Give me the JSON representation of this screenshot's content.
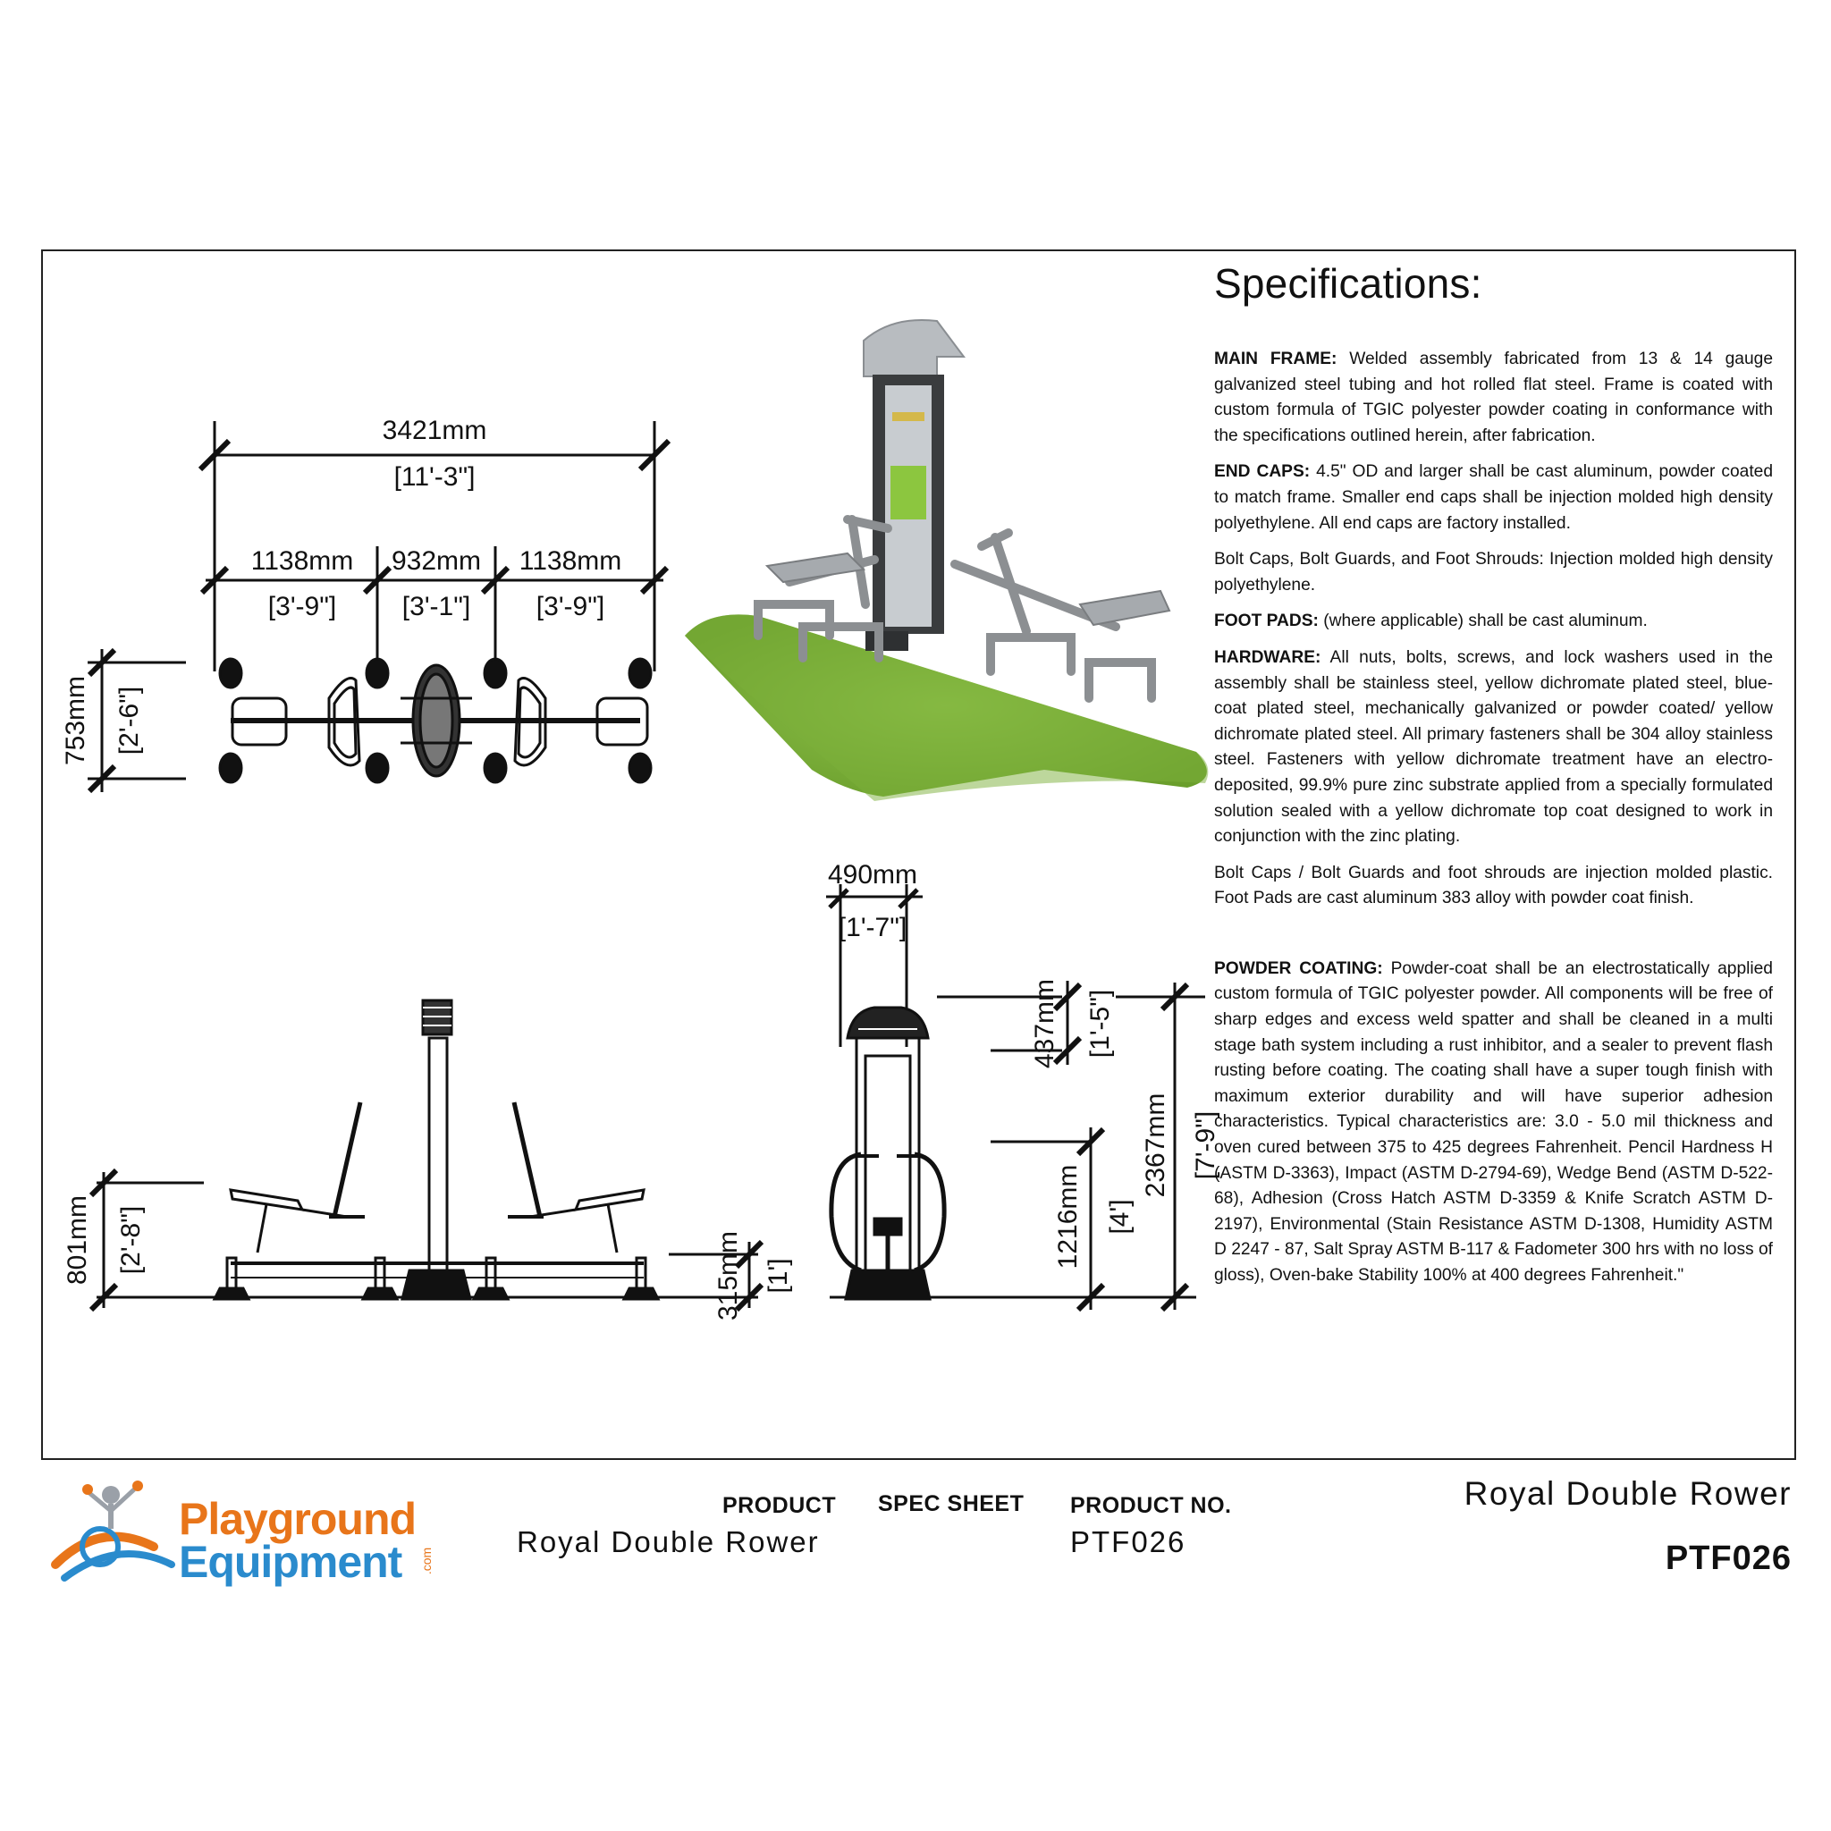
{
  "dimensions": {
    "top_view": {
      "overall_mm": "3421mm",
      "overall_ft": "[11'-3\"]",
      "left_mm": "1138mm",
      "left_ft": "[3'-9\"]",
      "center_mm": "932mm",
      "center_ft": "[3'-1\"]",
      "right_mm": "1138mm",
      "right_ft": "[3'-9\"]",
      "depth_mm": "753mm",
      "depth_ft": "[2'-6\"]"
    },
    "side_view": {
      "seat_height_mm": "801mm",
      "seat_height_ft": "[2'-8\"]",
      "base_height_mm": "315mm",
      "base_height_ft": "[1']"
    },
    "front_view": {
      "width_mm": "490mm",
      "width_ft": "[1'-7\"]",
      "roof_mm": "437mm",
      "roof_ft": "[1'-5\"]",
      "handle_mm": "1216mm",
      "handle_ft": "[4']",
      "total_height_mm": "2367mm",
      "total_height_ft": "[7'-9\"]"
    }
  },
  "specs": {
    "title": "Specifications:",
    "main_frame_label": "MAIN FRAME:",
    "main_frame_text": " Welded assembly fabricated from 13 & 14 gauge galvanized steel tubing and hot rolled flat steel. Frame is coated with custom formula of TGIC polyester powder coating in conformance with the specifications outlined herein, after fabrication.",
    "end_caps_label": "END CAPS:",
    "end_caps_text": " 4.5\" OD and larger shall be cast aluminum, powder coated to match frame. Smaller end caps shall be injection molded high density polyethylene. All end caps are factory installed.",
    "bolt_caps_text": "Bolt Caps, Bolt Guards, and Foot Shrouds: Injection molded high density polyethylene.",
    "foot_pads_label": "FOOT PADS:",
    "foot_pads_text": " (where applicable) shall be cast aluminum.",
    "hardware_label": "HARDWARE:",
    "hardware_text": " All nuts, bolts, screws, and lock washers used in the assembly shall be stainless steel, yellow dichromate plated steel, blue-coat plated steel, mechanically galvanized or powder coated/ yellow dichromate plated steel. All primary fasteners shall be 304 alloy stainless steel. Fasteners with yellow dichromate treatment have an electro-deposited, 99.9% pure zinc substrate applied from a specially formulated solution sealed with a yellow dichromate top coat designed to work in conjunction with the zinc plating.",
    "bolt_caps2_text": "Bolt Caps / Bolt Guards and foot shrouds are injection molded plastic. Foot Pads are cast aluminum 383 alloy with powder coat finish.",
    "powder_label": "POWDER COATING:",
    "powder_text": " Powder-coat shall be an electrostatically applied custom formula of TGIC polyester powder. All components will be free of sharp edges and excess weld spatter and shall be cleaned in a multi stage bath system including a rust inhibitor, and a sealer to prevent flash rusting before coating. The coating shall have a super tough finish with maximum exterior durability and will have superior adhesion characteristics. Typical characteristics are: 3.0 - 5.0 mil thickness and oven cured between 375 to 425 degrees Fahrenheit. Pencil Hardness H (ASTM D-3363), Impact (ASTM D-2794-69), Wedge Bend (ASTM D-522-68), Adhesion (Cross Hatch ASTM D-3359 & Knife Scratch ASTM D-2197), Environmental (Stain Resistance ASTM D-1308, Humidity ASTM D 2247 - 87, Salt Spray ASTM B-117 & Fadometer 300 hrs with no loss of gloss), Oven-bake Stability 100% at 400 degrees Fahrenheit.\""
  },
  "footer": {
    "logo_line1": "Playground",
    "logo_line2": "Equipment",
    "logo_com": ".com",
    "product_label": "PRODUCT",
    "product_value": "Royal  Double  Rower",
    "spec_sheet_label": "SPEC SHEET",
    "product_no_label": "PRODUCT NO.",
    "product_no_value": "PTF026",
    "title_right": "Royal Double Rower",
    "code_right": "PTF026"
  },
  "colors": {
    "logo_orange": "#e8751a",
    "logo_blue": "#2a8bcd",
    "grass": "#7fb33a",
    "frame_gray": "#8c8f92",
    "sign_green": "#8cc63f"
  }
}
